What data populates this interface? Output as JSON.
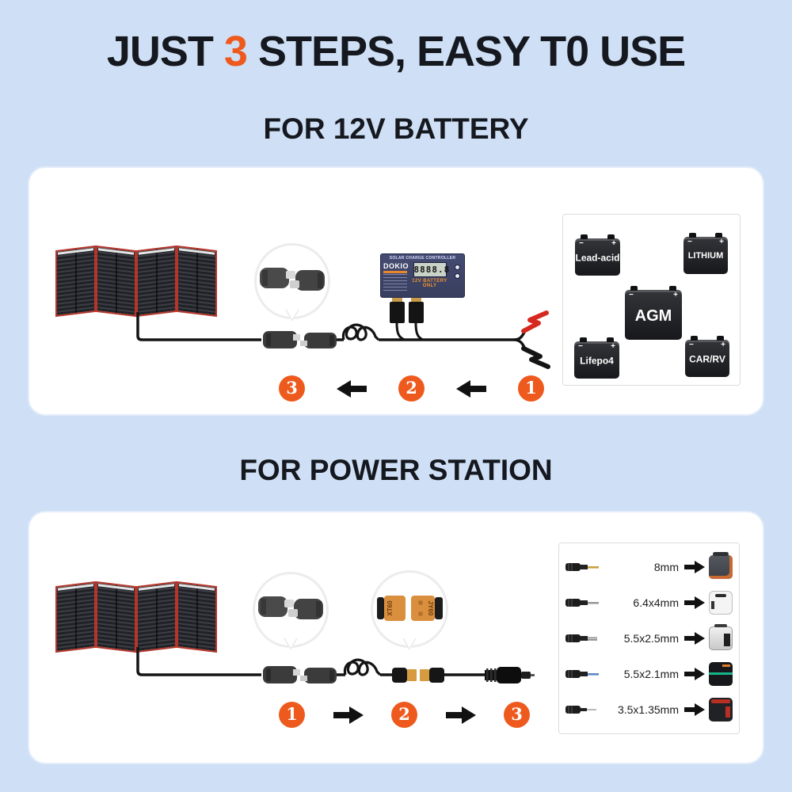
{
  "title": {
    "part1": "JUST ",
    "number": "3",
    "part2": " STEPS, EASY T0 USE"
  },
  "colors": {
    "accent": "#ee5a1e",
    "background": "#cfe0f6",
    "panel_frame_red": "#b6352b",
    "title_text": "#15181e"
  },
  "signs": {
    "minus": "−",
    "plus": "+"
  },
  "controller": {
    "header": "SOLAR CHARGE CONTROLLER",
    "brand": "DOKIO",
    "lcd": "8888.8",
    "warning": "12V BATTERY ONLY"
  },
  "sections": [
    {
      "heading": "FOR 12V BATTERY",
      "steps": [
        {
          "n": "3"
        },
        {
          "n": "2"
        },
        {
          "n": "1"
        }
      ],
      "flow_direction": "right-to-left",
      "batteries": [
        {
          "label": "Lead-acid"
        },
        {
          "label": "LITHIUM"
        },
        {
          "label": "AGM"
        },
        {
          "label": "Lifepo4"
        },
        {
          "label": "CAR/RV"
        }
      ]
    },
    {
      "heading": "FOR POWER STATION",
      "steps": [
        {
          "n": "1"
        },
        {
          "n": "2"
        },
        {
          "n": "3"
        }
      ],
      "flow_direction": "left-to-right",
      "connector_labels": {
        "left": "XT60",
        "right": "JY60"
      },
      "adapters": [
        {
          "size": "8mm"
        },
        {
          "size": "6.4x4mm"
        },
        {
          "size": "5.5x2.5mm"
        },
        {
          "size": "5.5x2.1mm"
        },
        {
          "size": "3.5x1.35mm"
        }
      ]
    }
  ]
}
